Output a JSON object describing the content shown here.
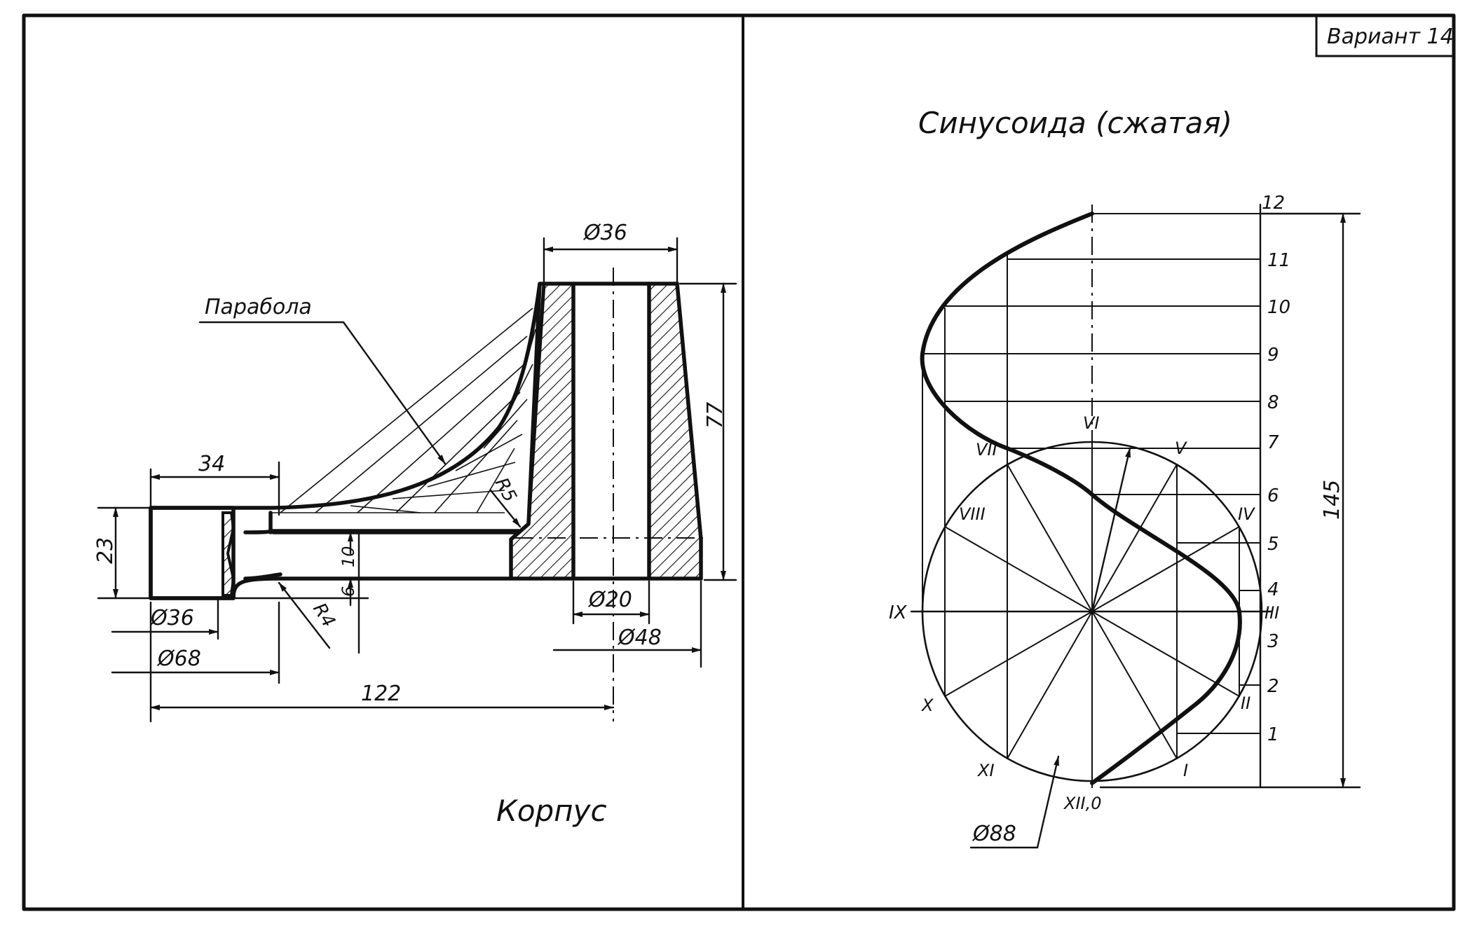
{
  "sheet": {
    "variant_label": "Вариант 14"
  },
  "left_panel": {
    "part_title": "Корпус",
    "leader_label": "Парабола",
    "dimensions": {
      "top_diameter": "Ø36",
      "height_77": "77",
      "width_34": "34",
      "height_23": "23",
      "radius_r5": "R5",
      "radius_r4": "R4",
      "depth_10": "10",
      "depth_6": "6",
      "bore_diameter_20": "Ø20",
      "base_diameter_48": "Ø48",
      "inner_diameter_36": "Ø36",
      "outer_diameter_68": "Ø68",
      "length_122": "122"
    }
  },
  "right_panel": {
    "title": "Синусоида (сжатая)",
    "circle_diameter": "Ø88",
    "height_145": "145",
    "scale_labels": [
      "1",
      "2",
      "3",
      "4",
      "5",
      "6",
      "7",
      "8",
      "9",
      "10",
      "11",
      "12"
    ],
    "circle_points": [
      "I",
      "II",
      "III",
      "IV",
      "V",
      "VI",
      "VII",
      "VIII",
      "IX",
      "X",
      "XI",
      "XII,0"
    ]
  },
  "colors": {
    "ink": "#111111",
    "paper": "#ffffff"
  }
}
